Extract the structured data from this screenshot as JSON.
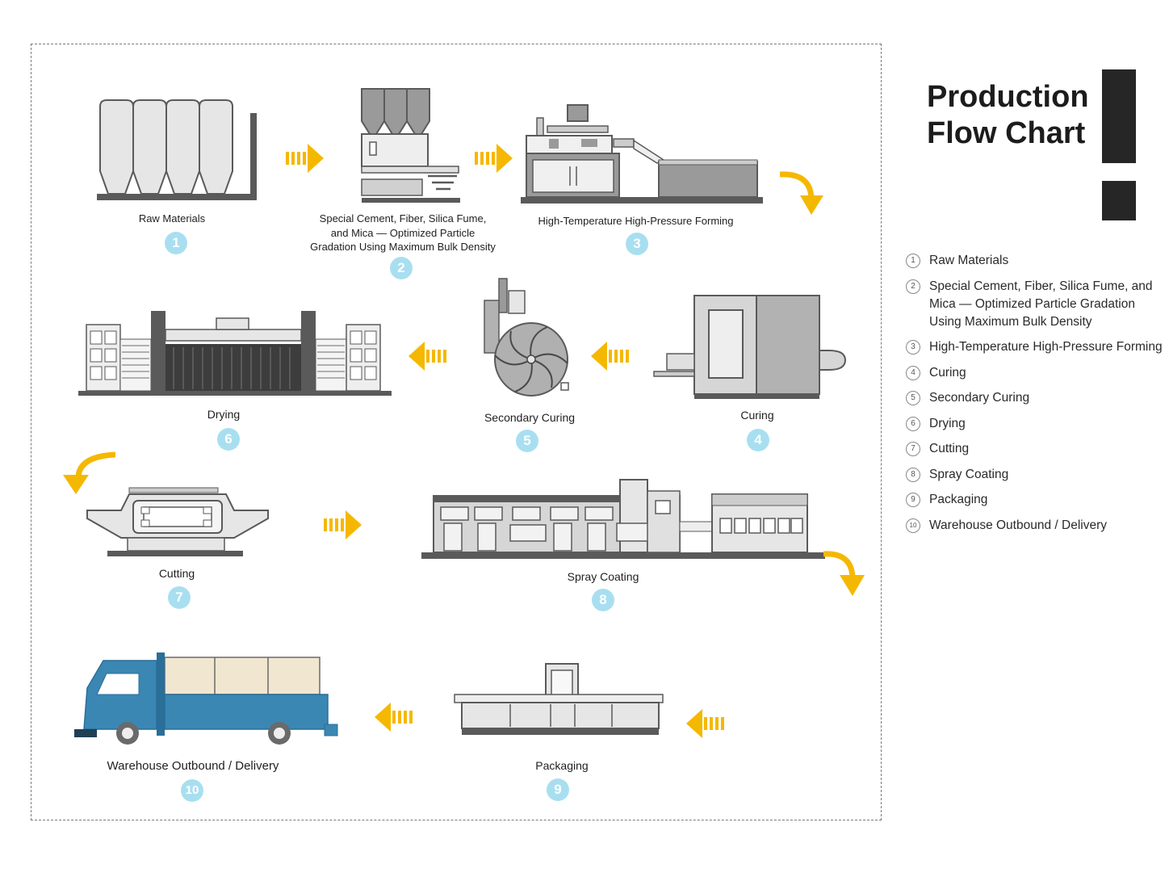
{
  "title": {
    "line1": "Production",
    "line2": "Flow Chart"
  },
  "steps": [
    {
      "num": "1",
      "label": "Raw Materials"
    },
    {
      "num": "2",
      "label": "Special Cement, Fiber, Silica Fume,\nand Mica — Optimized Particle\nGradation Using Maximum Bulk Density"
    },
    {
      "num": "3",
      "label": "High-Temperature High-Pressure Forming"
    },
    {
      "num": "4",
      "label": "Curing"
    },
    {
      "num": "5",
      "label": "Secondary Curing"
    },
    {
      "num": "6",
      "label": "Drying"
    },
    {
      "num": "7",
      "label": "Cutting"
    },
    {
      "num": "8",
      "label": "Spray Coating"
    },
    {
      "num": "9",
      "label": "Packaging"
    },
    {
      "num": "10",
      "label": "Warehouse Outbound / Delivery"
    }
  ],
  "legend": [
    {
      "num": "1",
      "text": "Raw Materials"
    },
    {
      "num": "2",
      "text": "Special Cement, Fiber, Silica Fume, and Mica — Optimized Particle Gradation Using Maximum Bulk Density"
    },
    {
      "num": "3",
      "text": "High-Temperature High-Pressure Forming"
    },
    {
      "num": "4",
      "text": "Curing"
    },
    {
      "num": "5",
      "text": "Secondary Curing"
    },
    {
      "num": "6",
      "text": "Drying"
    },
    {
      "num": "7",
      "text": "Cutting"
    },
    {
      "num": "8",
      "text": "Spray Coating"
    },
    {
      "num": "9",
      "text": "Packaging"
    },
    {
      "num": "10",
      "text": "Warehouse Outbound / Delivery"
    }
  ],
  "colors": {
    "arrow": "#f5b800",
    "badge": "#a8dff0",
    "machine_light": "#e6e6e6",
    "machine_mid": "#a9a9a9",
    "machine_dark": "#5a5a5a",
    "truck_blue": "#3a87b4",
    "cargo": "#f1e6cf",
    "title_bar": "#262626"
  }
}
